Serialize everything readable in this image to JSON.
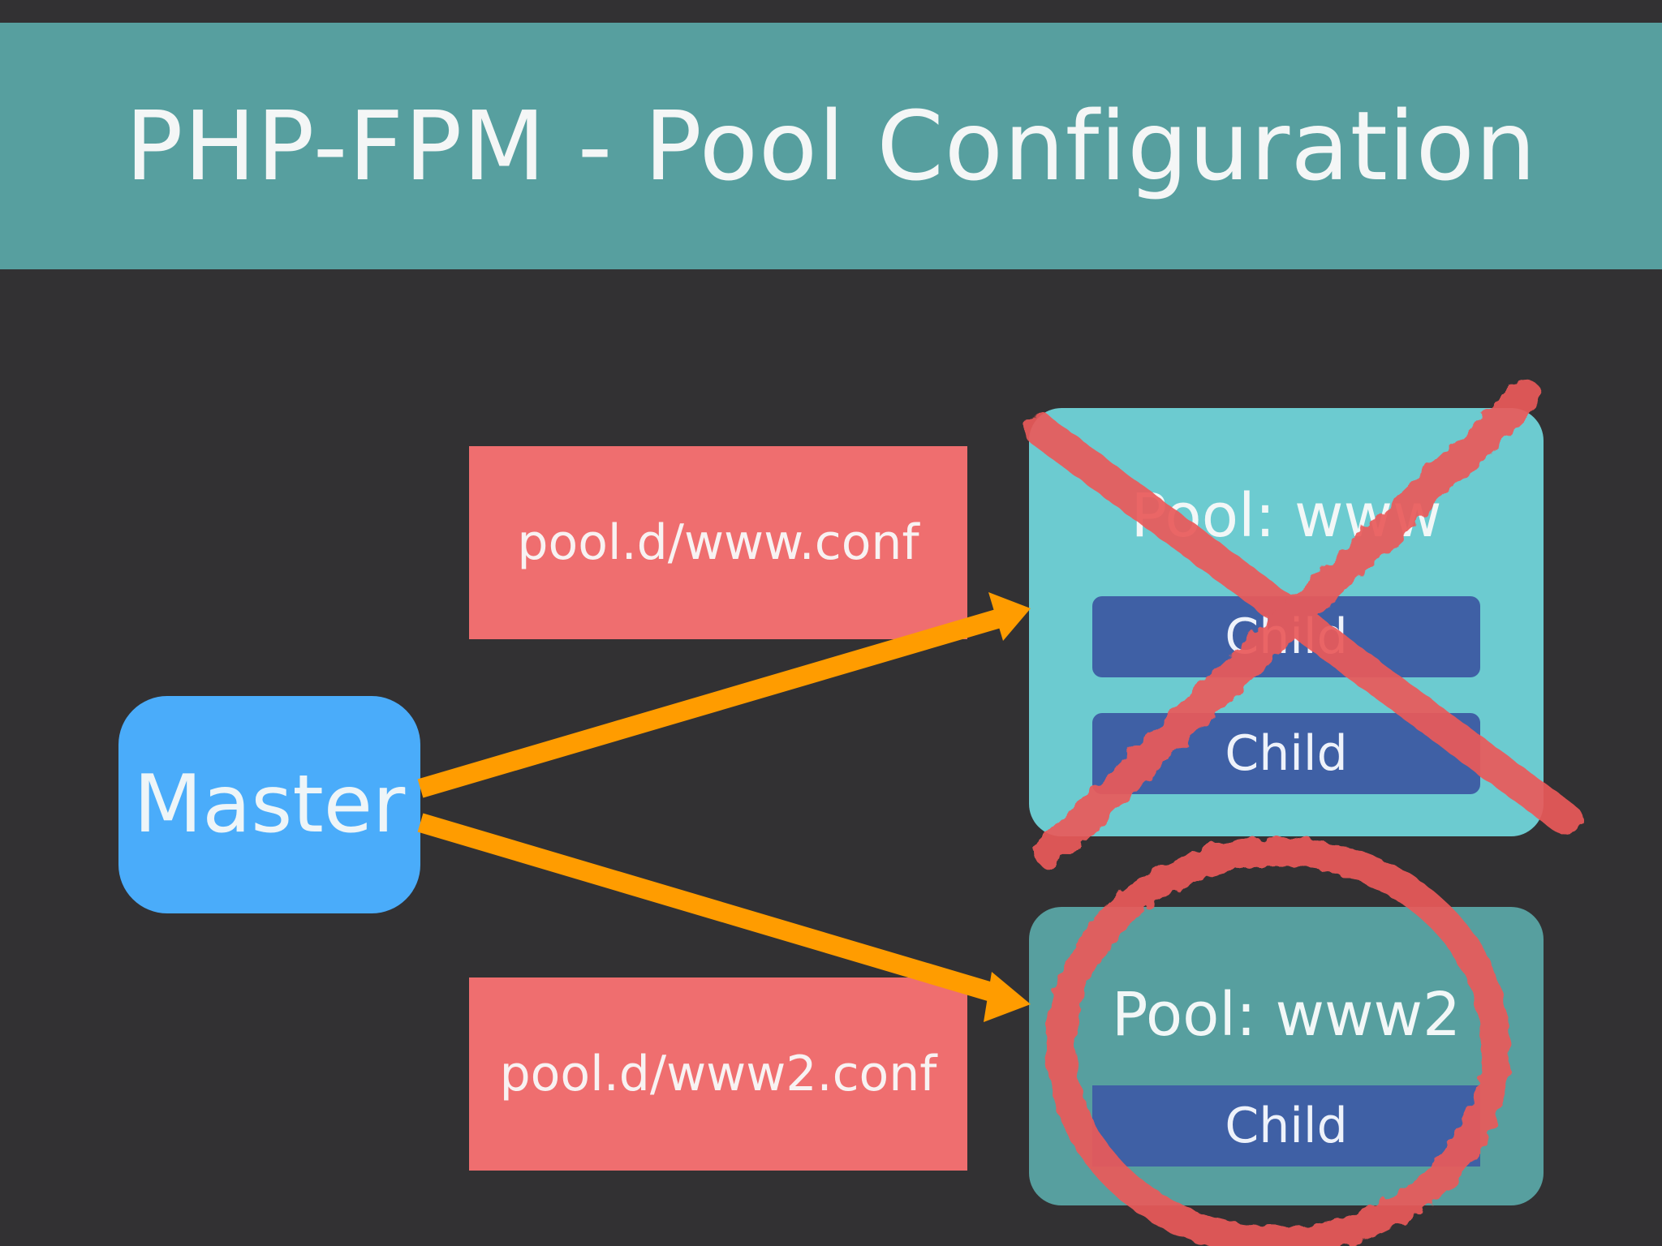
{
  "slide": {
    "title": "PHP-FPM - Pool  Configuration"
  },
  "diagram": {
    "master": {
      "label": "Master"
    },
    "configs": [
      {
        "label": "pool.d/www.conf"
      },
      {
        "label": "pool.d/www2.conf"
      }
    ],
    "pools": [
      {
        "label": "Pool: www",
        "children": [
          "Child",
          "Child"
        ],
        "color": "#6ccbd0",
        "status": "rejected"
      },
      {
        "label": "Pool: www2",
        "children": [
          "Child"
        ],
        "color": "#579f9f",
        "status": "selected"
      }
    ],
    "colors": {
      "background": "#323133",
      "title_bar": "#579f9f",
      "config_box": "#ef6e6f",
      "master": "#4aacfa",
      "child": "#3f60a5",
      "arrow": "#ff9c00",
      "mark": "#ea5a5a"
    },
    "marks": [
      "cross-mark-icon",
      "circle-mark-icon"
    ]
  }
}
